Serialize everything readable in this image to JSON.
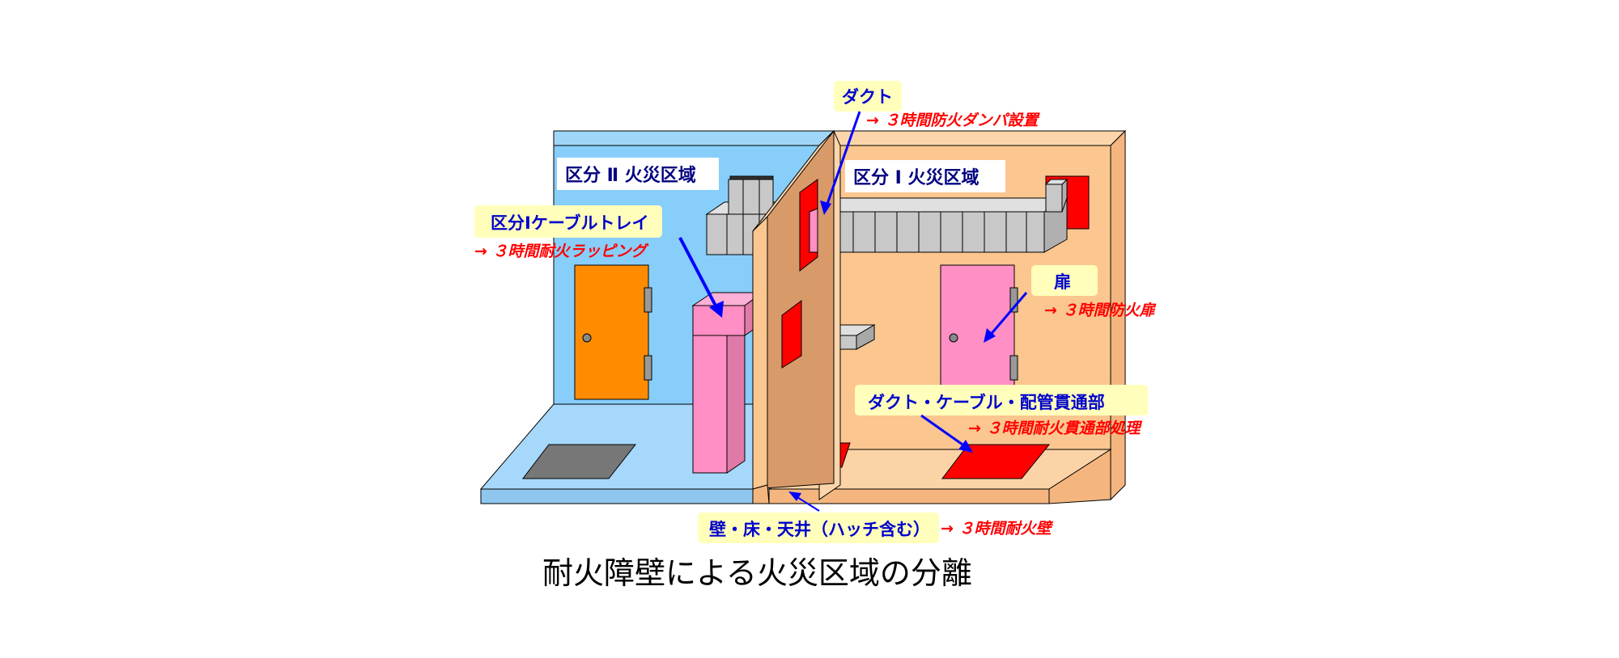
{
  "caption": "耐火障壁による火災区域の分離",
  "zones": {
    "division2": "区分 Ⅱ  火災区域",
    "division1": "区分 Ⅰ  火災区域"
  },
  "callouts": {
    "duct": {
      "label": "ダクト",
      "measure": "→ ３時間防火ダンパ設置"
    },
    "cable_tray": {
      "label": "区分Ⅰケーブルトレイ",
      "measure": "→ ３時間耐火ラッピング"
    },
    "door": {
      "label": "扉",
      "measure": "→ ３時間防火扉"
    },
    "penetration": {
      "label": "ダクト・ケーブル・配管貫通部",
      "measure": "→ ３時間耐火貫通部処理"
    },
    "barrier": {
      "label": "壁・床・天井（ハッチ含む）",
      "measure": "→ ３時間耐火壁"
    }
  },
  "colors": {
    "blue_wall": "#87cefa",
    "blue_floor": "#a6d8fb",
    "orange_wall": "#fbc68f",
    "orange_side": "#d99a6a",
    "pink": "#ff8fc4",
    "duct_gray": "#c8c8c8",
    "penetration_red": "#ff0000",
    "callout_bg": "#ffffbb",
    "label_blue": "#0000cc",
    "measure_red": "#ff0000"
  }
}
